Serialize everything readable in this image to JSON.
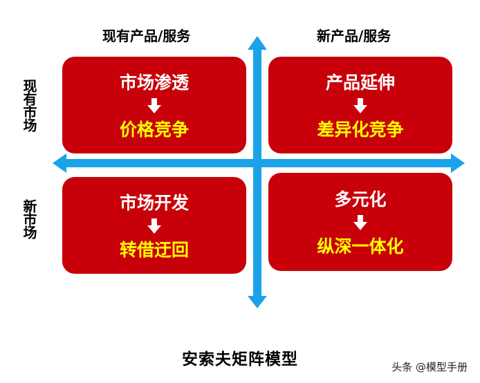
{
  "columns": [
    "现有产品/服务",
    "新产品/服务"
  ],
  "rows": [
    "现有市场",
    "新市场"
  ],
  "quadrants": [
    {
      "top": "市场渗透",
      "bottom": "价格竞争"
    },
    {
      "top": "产品延伸",
      "bottom": "差异化竞争"
    },
    {
      "top": "市场开发",
      "bottom": "转借迂回"
    },
    {
      "top": "多元化",
      "bottom": "纵深一体化"
    }
  ],
  "title": "安索夫矩阵模型",
  "watermark": "头条 @模型手册",
  "colors": {
    "quadrant": "#c8000a",
    "axis": "#1aa3e8",
    "top_text": "#ffffff",
    "bottom_text": "#ffff00"
  }
}
